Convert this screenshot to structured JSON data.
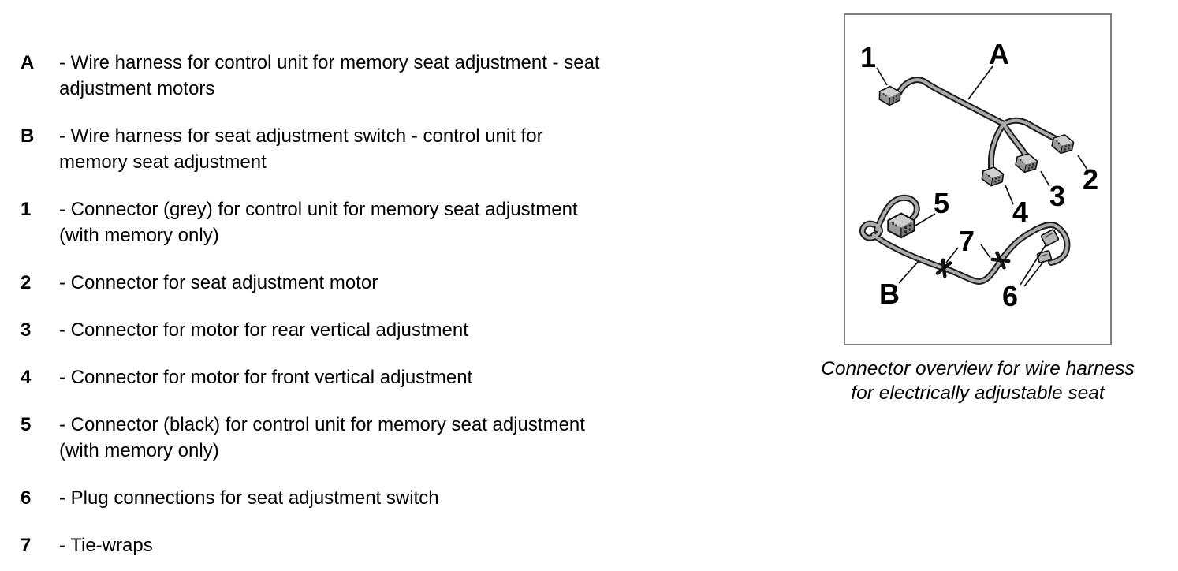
{
  "legend": {
    "items": [
      {
        "key": "A",
        "lines": [
          "- Wire harness for control unit for memory seat adjustment - seat",
          "adjustment motors"
        ]
      },
      {
        "key": "B",
        "lines": [
          "- Wire harness for seat adjustment switch - control unit for",
          "memory seat adjustment"
        ]
      },
      {
        "key": "1",
        "lines": [
          "- Connector (grey) for control unit for memory seat adjustment",
          "(with memory only)"
        ]
      },
      {
        "key": "2",
        "lines": [
          "- Connector for seat adjustment motor"
        ]
      },
      {
        "key": "3",
        "lines": [
          "- Connector for motor for rear vertical adjustment"
        ]
      },
      {
        "key": "4",
        "lines": [
          "- Connector for motor for front vertical adjustment"
        ]
      },
      {
        "key": "5",
        "lines": [
          "- Connector (black) for control unit for memory seat adjustment",
          "(with memory only)"
        ]
      },
      {
        "key": "6",
        "lines": [
          "- Plug connections for seat adjustment switch"
        ]
      },
      {
        "key": "7",
        "lines": [
          "- Tie-wraps"
        ]
      }
    ]
  },
  "figure": {
    "caption_lines": [
      "Connector overview for wire harness",
      "for electrically adjustable seat"
    ],
    "box_labels": {
      "l1": "1",
      "lA": "A",
      "l2": "2",
      "l3": "3",
      "l4": "4",
      "l5": "5",
      "l6": "6",
      "l7": "7",
      "lB": "B"
    }
  },
  "colors": {
    "background": "#ffffff",
    "text": "#000000",
    "diagram_border": "#7f7f7f",
    "cable_outline": "#1c1c1c",
    "cable_core": "#ababab",
    "connector_top": "#cfcfcf",
    "connector_side": "#7c7c7c"
  }
}
